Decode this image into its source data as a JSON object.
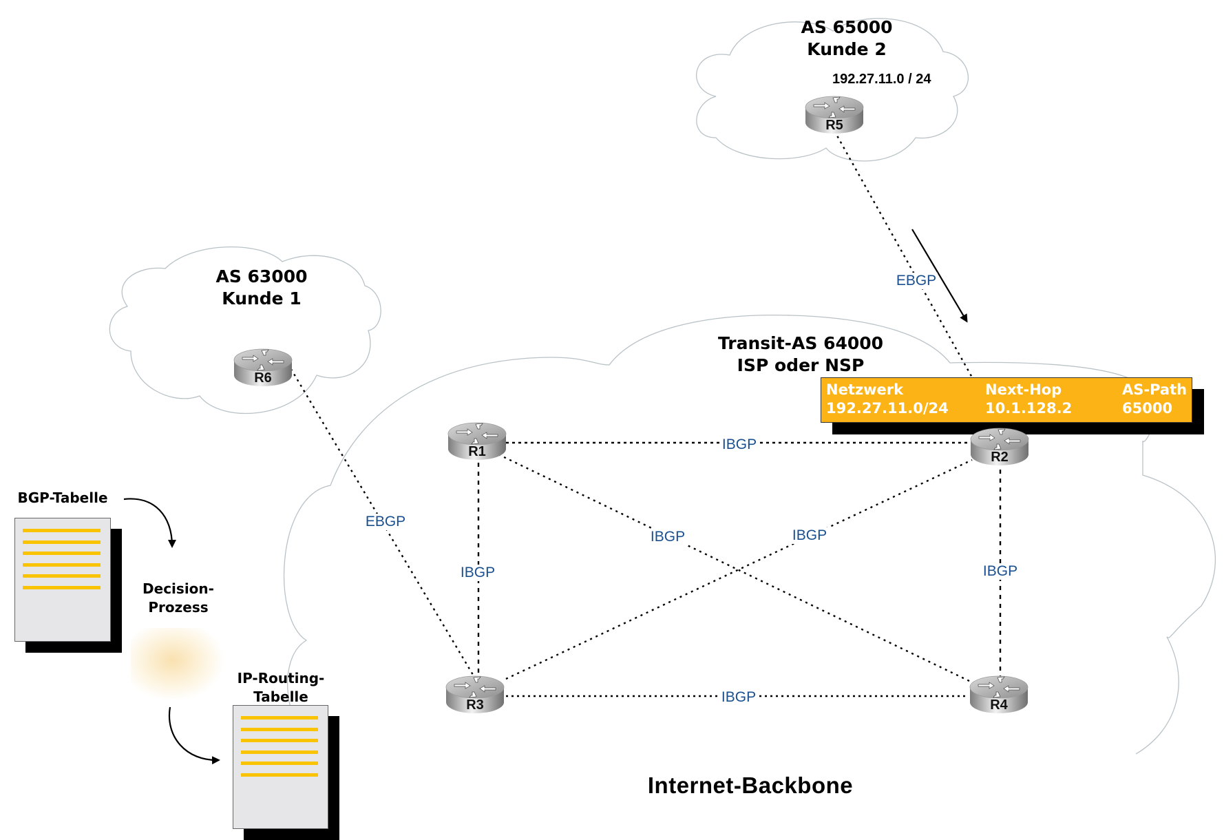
{
  "clouds": {
    "customer2": {
      "as_label": "AS 65000",
      "name": "Kunde 2",
      "subnet": "192.27.11.0 / 24"
    },
    "customer1": {
      "as_label": "AS 63000",
      "name": "Kunde 1"
    },
    "transit": {
      "as_label": "Transit-AS 64000",
      "name": "ISP oder NSP"
    }
  },
  "routers": [
    {
      "id": "R1",
      "label": "R1"
    },
    {
      "id": "R2",
      "label": "R2"
    },
    {
      "id": "R3",
      "label": "R3"
    },
    {
      "id": "R4",
      "label": "R4"
    },
    {
      "id": "R5",
      "label": "R5"
    },
    {
      "id": "R6",
      "label": "R6"
    }
  ],
  "links": [
    {
      "from": "R5",
      "to": "R2",
      "label": "EBGP",
      "style": "dotted"
    },
    {
      "from": "R6",
      "to": "R3",
      "label": "EBGP",
      "style": "dotted"
    },
    {
      "from": "R1",
      "to": "R2",
      "label": "IBGP",
      "style": "dotted"
    },
    {
      "from": "R1",
      "to": "R3",
      "label": "IBGP",
      "style": "dashed"
    },
    {
      "from": "R1",
      "to": "R4",
      "label": "IBGP",
      "style": "dotted"
    },
    {
      "from": "R3",
      "to": "R2",
      "label": "IBGP",
      "style": "dotted"
    },
    {
      "from": "R2",
      "to": "R4",
      "label": "IBGP",
      "style": "dashed"
    },
    {
      "from": "R3",
      "to": "R4",
      "label": "IBGP",
      "style": "dotted"
    }
  ],
  "route_table": {
    "headers": [
      "Netzwerk",
      "Next-Hop",
      "AS-Path"
    ],
    "row": [
      "192.27.11.0/24",
      "10.1.128.2",
      "65000"
    ]
  },
  "process": {
    "bgp_table": "BGP-Tabelle",
    "decision_line1": "Decision-",
    "decision_line2": "Prozess",
    "ip_table_line1": "IP-Routing-",
    "ip_table_line2": "Tabelle"
  },
  "backbone_title": "Internet-Backbone",
  "colors": {
    "label_blue": "#1a4f8f",
    "table_orange": "#fbb316",
    "doc_line_yellow": "#f9c300",
    "doc_gray": "#e6e6e8"
  }
}
